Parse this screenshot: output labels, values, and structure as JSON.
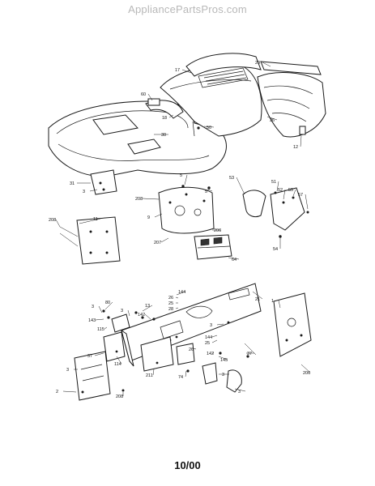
{
  "watermark": "AppliancePartsPros.com",
  "footer_code": "10/00",
  "callouts": [
    "17",
    "29",
    "60",
    "18",
    "50",
    "30",
    "26",
    "12",
    "31",
    "3",
    "5",
    "208",
    "5",
    "9",
    "206",
    "207",
    "64",
    "53",
    "51",
    "52",
    "55",
    "57",
    "54",
    "11",
    "208",
    "144",
    "26",
    "25",
    "28",
    "21",
    "1",
    "13",
    "80",
    "3",
    "3",
    "142",
    "143",
    "115",
    "3",
    "144",
    "25",
    "26",
    "142",
    "37",
    "145",
    "37",
    "114",
    "211",
    "74",
    "3",
    "2",
    "208",
    "3",
    "3",
    "206"
  ]
}
